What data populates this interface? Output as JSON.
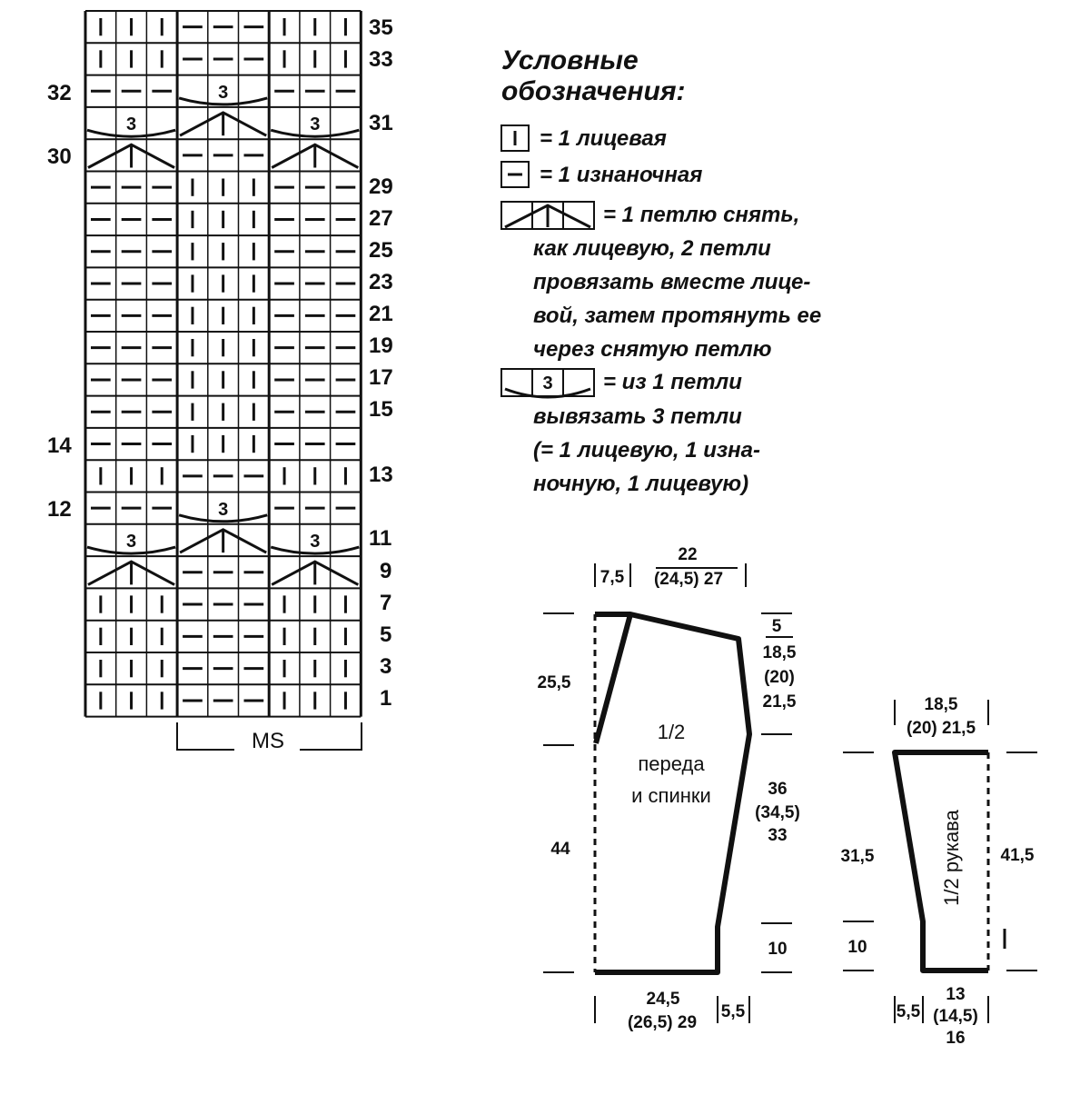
{
  "chart": {
    "rows_right": [
      "35",
      "33",
      "31",
      "29",
      "27",
      "25",
      "23",
      "21",
      "19",
      "17",
      "15",
      "13",
      "11",
      "9",
      "7",
      "5",
      "3",
      "1"
    ],
    "rows_left": [
      "32",
      "30",
      "14",
      "12"
    ],
    "ms_label": "MS",
    "bobble_mark": "3"
  },
  "legend": {
    "title_1": "Условные",
    "title_2": "обозначения:",
    "knit_text": "= 1 лицевая",
    "purl_text": "= 1 изнаночная",
    "dec_text": [
      "= 1 петлю снять,",
      "как лицевую, 2 петли",
      "провязать вместе лице-",
      "вой, затем протянуть ее",
      "через снятую петлю"
    ],
    "inc_mark": "3",
    "inc_text": [
      "= из 1 петли",
      "вывязать 3 петли",
      "(= 1 лицевую, 1 изна-",
      "ночную, 1 лицевую)"
    ]
  },
  "body_pattern": {
    "label": [
      "1/2",
      "переда",
      "и спинки"
    ],
    "top_7_5": "7,5",
    "top_width": [
      "22",
      "(24,5) 27"
    ],
    "right_5": "5",
    "right_armhole": [
      "18,5",
      "(20)",
      "21,5"
    ],
    "right_side": [
      "36",
      "(34,5)",
      "33"
    ],
    "right_10": "10",
    "left_25_5": "25,5",
    "left_44": "44",
    "bottom_width": [
      "24,5",
      "(26,5) 29"
    ],
    "bottom_5_5": "5,5"
  },
  "sleeve_pattern": {
    "label": "1/2 рукава",
    "top_width": [
      "18,5",
      "(20) 21,5"
    ],
    "left_31_5": "31,5",
    "left_10": "10",
    "right_41_5": "41,5",
    "bottom_5_5": "5,5",
    "bottom_width": [
      "13",
      "(14,5)",
      "16"
    ]
  }
}
